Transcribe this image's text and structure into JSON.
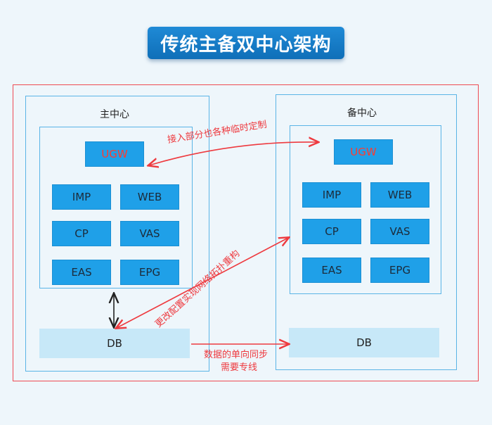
{
  "title": "传统主备双中心架构",
  "centers": {
    "main": {
      "label": "主中心",
      "ugw": "UGW",
      "modules": [
        "IMP",
        "WEB",
        "CP",
        "VAS",
        "EAS",
        "EPG"
      ],
      "db": "DB"
    },
    "backup": {
      "label": "备中心",
      "ugw": "UGW",
      "modules": [
        "IMP",
        "WEB",
        "CP",
        "VAS",
        "EAS",
        "EPG"
      ],
      "db": "DB"
    }
  },
  "annotations": {
    "access": "接入部分也各种临时定制",
    "topology": "更改配置实现网络拓扑重构",
    "db_sync_line1": "数据的单向同步",
    "db_sync_line2": "需要专线"
  },
  "colors": {
    "frame": "#ee4a52",
    "box_border": "#5ab4e6",
    "node": "#1fa0e8",
    "db": "#c7e8f8",
    "annotation": "#ee3a3f"
  }
}
